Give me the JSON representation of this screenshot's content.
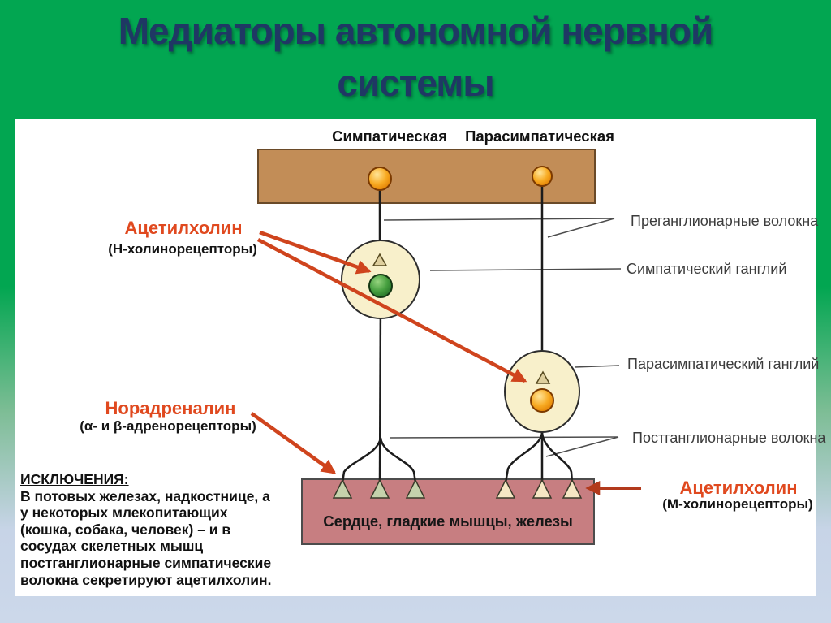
{
  "slide": {
    "title_line1": "Медиаторы автономной нервной",
    "title_line2": "системы"
  },
  "diagram": {
    "columns": {
      "sympathetic": "Симпатическая",
      "parasympathetic": "Парасимпатическая"
    },
    "left_labels": {
      "acetylcholine_top": {
        "name": "Ацетилхолин",
        "receptors": "(Н-холинорецепторы)"
      },
      "noradrenaline": {
        "name": "Норадреналин",
        "receptors": "(α- и β-адренорецепторы)"
      }
    },
    "right_labels": {
      "preganglionic": "Преганглионарные волокна",
      "sympathetic_ganglion": "Симпатический ганглий",
      "parasympathetic_ganglion": "Парасимпатический ганглий",
      "postganglionic": "Постганглионарные волокна",
      "acetylcholine_bottom": {
        "name": "Ацетилхолин",
        "receptors": "(М-холинорецепторы)"
      }
    },
    "effector_bar_label": "Сердце, гладкие мышцы, железы",
    "exceptions": {
      "heading": "ИСКЛЮЧЕНИЯ:",
      "lines": [
        "В потовых железах, надкостнице, а",
        "у некоторых млекопитающих",
        "(кошка, собака, человек) – и в",
        "сосудах скелетных мышц",
        "постганглионарные симпатические"
      ],
      "last_prefix": "волокна секретируют ",
      "underlined_word": "ацетилхолин",
      "tail": "."
    },
    "colors": {
      "background_green": "#02a651",
      "background_bottom": "#ccd8ea",
      "title_text": "#1f3864",
      "red_label": "#e0491f",
      "cns_bar": "#c28d57",
      "effector_bar": "#c77e81",
      "ganglion_fill": "#f8f0cb",
      "neuron_green": "#3e9b3c",
      "neuron_orange": "#f49d0c",
      "arrow_red": "#cf441d"
    }
  }
}
